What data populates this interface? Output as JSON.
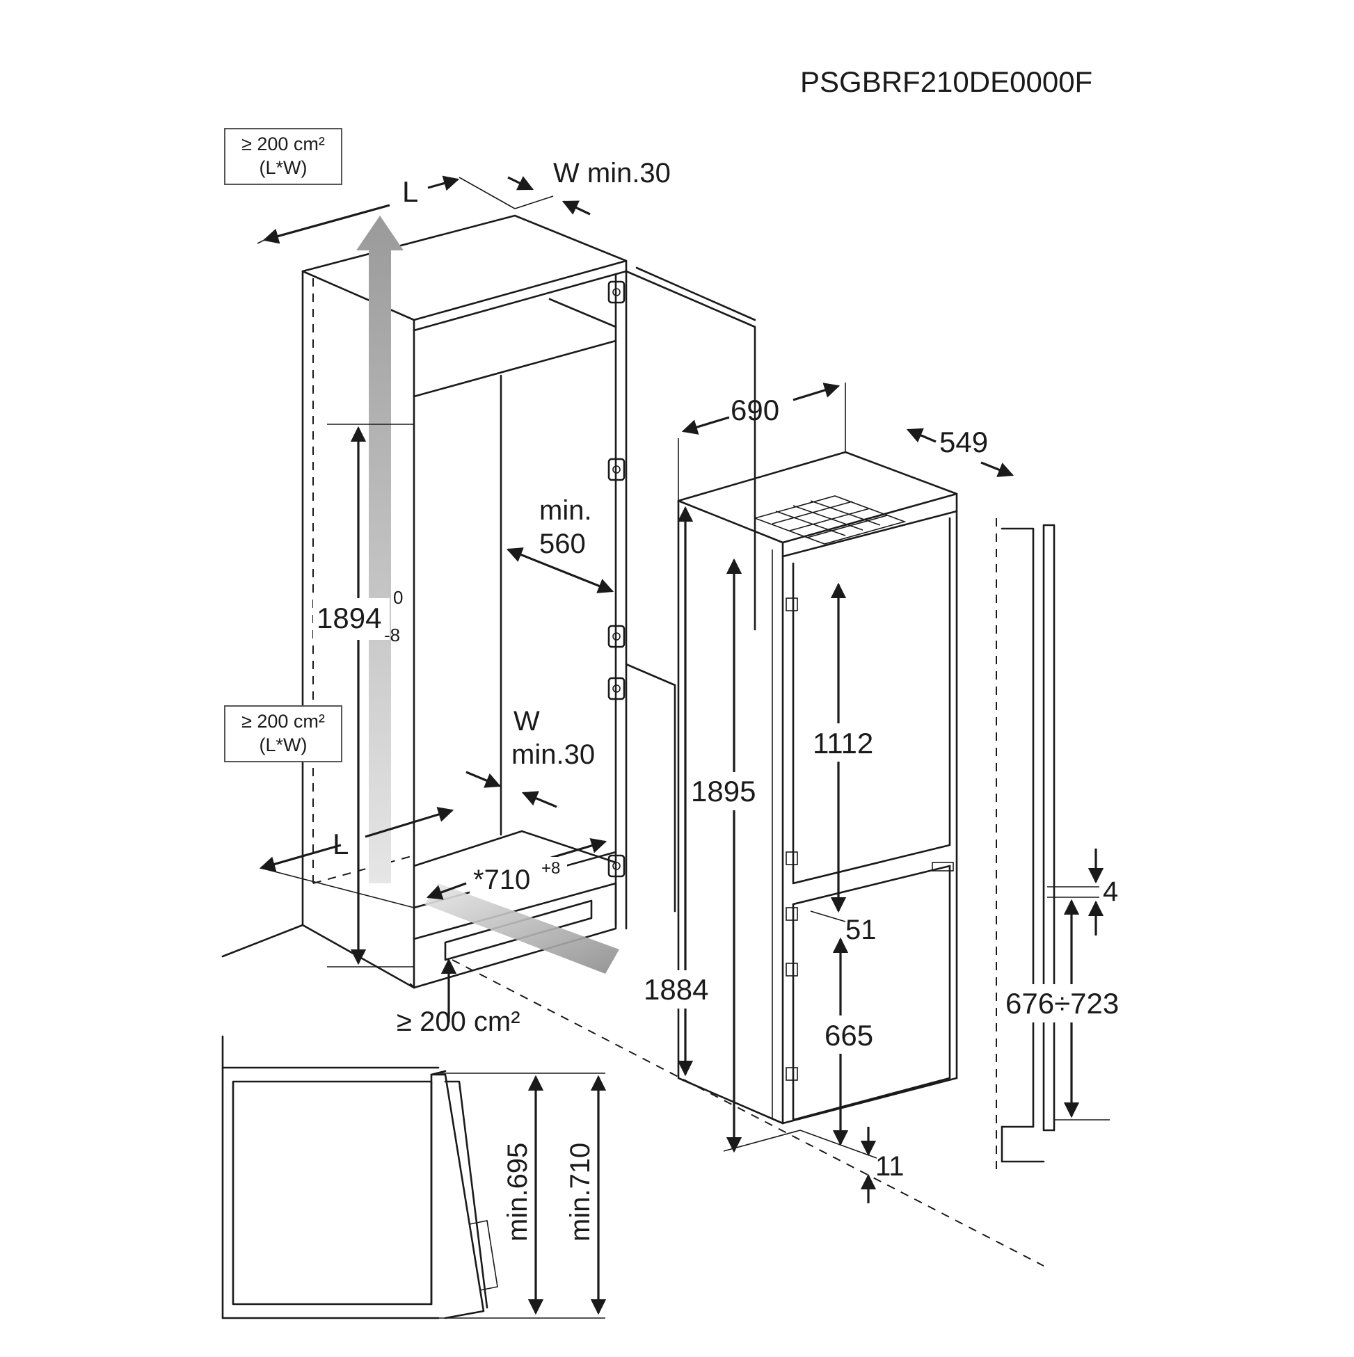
{
  "model_code": "PSGBRF210DE0000F",
  "vent_top": {
    "line1": "≥ 200 cm²",
    "line2": "(L*W)"
  },
  "vent_mid": {
    "line1": "≥ 200 cm²",
    "line2": "(L*W)"
  },
  "vent_bottom": "≥ 200 cm²",
  "labels": {
    "L_top": "L",
    "W_top": "W min.30",
    "L_bottom": "L",
    "W_bottom_1": "W",
    "W_bottom_2": "min.30",
    "min560_1": "min.",
    "min560_2": "560",
    "niche_height": "1894",
    "niche_tol_up": "0",
    "niche_tol_down": "-8",
    "niche_depth": "*710",
    "niche_depth_tol": "+8",
    "width_690": "690",
    "depth_549": "549",
    "h_1895": "1895",
    "h_1884": "1884",
    "h_1112": "1112",
    "gap_51": "51",
    "h_665": "665",
    "gap_11": "11",
    "gap_4": "4",
    "range_676_723": "676÷723",
    "min695": "min.695",
    "min710": "min.710"
  }
}
